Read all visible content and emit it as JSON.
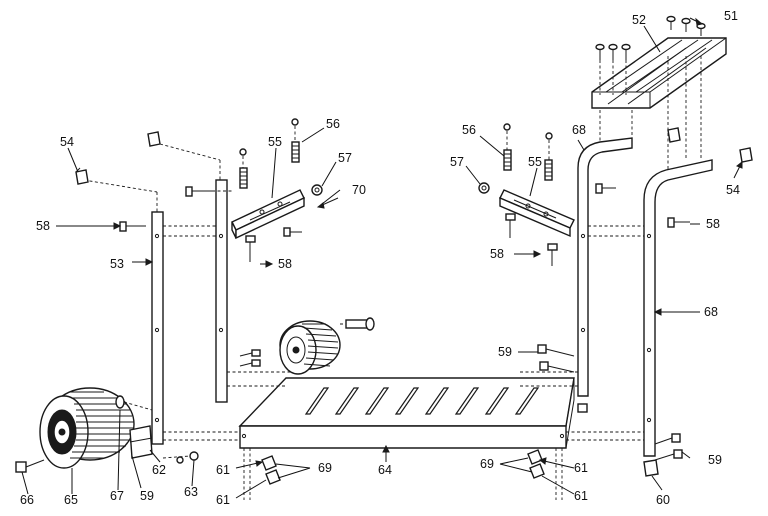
{
  "callouts": [
    {
      "id": "c51",
      "text": "51"
    },
    {
      "id": "c52",
      "text": "52"
    },
    {
      "id": "c53",
      "text": "53"
    },
    {
      "id": "c54l",
      "text": "54"
    },
    {
      "id": "c54r",
      "text": "54"
    },
    {
      "id": "c55l",
      "text": "55"
    },
    {
      "id": "c55r",
      "text": "55"
    },
    {
      "id": "c56l",
      "text": "56"
    },
    {
      "id": "c56r",
      "text": "56"
    },
    {
      "id": "c57l",
      "text": "57"
    },
    {
      "id": "c57r",
      "text": "57"
    },
    {
      "id": "c58a",
      "text": "58"
    },
    {
      "id": "c58b",
      "text": "58"
    },
    {
      "id": "c58c",
      "text": "58"
    },
    {
      "id": "c58d",
      "text": "58"
    },
    {
      "id": "c59a",
      "text": "59"
    },
    {
      "id": "c59b",
      "text": "59"
    },
    {
      "id": "c59c",
      "text": "59"
    },
    {
      "id": "c60",
      "text": "60"
    },
    {
      "id": "c61a",
      "text": "61"
    },
    {
      "id": "c61b",
      "text": "61"
    },
    {
      "id": "c61c",
      "text": "61"
    },
    {
      "id": "c61d",
      "text": "61"
    },
    {
      "id": "c62",
      "text": "62"
    },
    {
      "id": "c63",
      "text": "63"
    },
    {
      "id": "c64",
      "text": "64"
    },
    {
      "id": "c65",
      "text": "65"
    },
    {
      "id": "c66",
      "text": "66"
    },
    {
      "id": "c67",
      "text": "67"
    },
    {
      "id": "c68a",
      "text": "68"
    },
    {
      "id": "c68b",
      "text": "68"
    },
    {
      "id": "c69a",
      "text": "69"
    },
    {
      "id": "c69b",
      "text": "69"
    },
    {
      "id": "c70",
      "text": "70"
    }
  ]
}
